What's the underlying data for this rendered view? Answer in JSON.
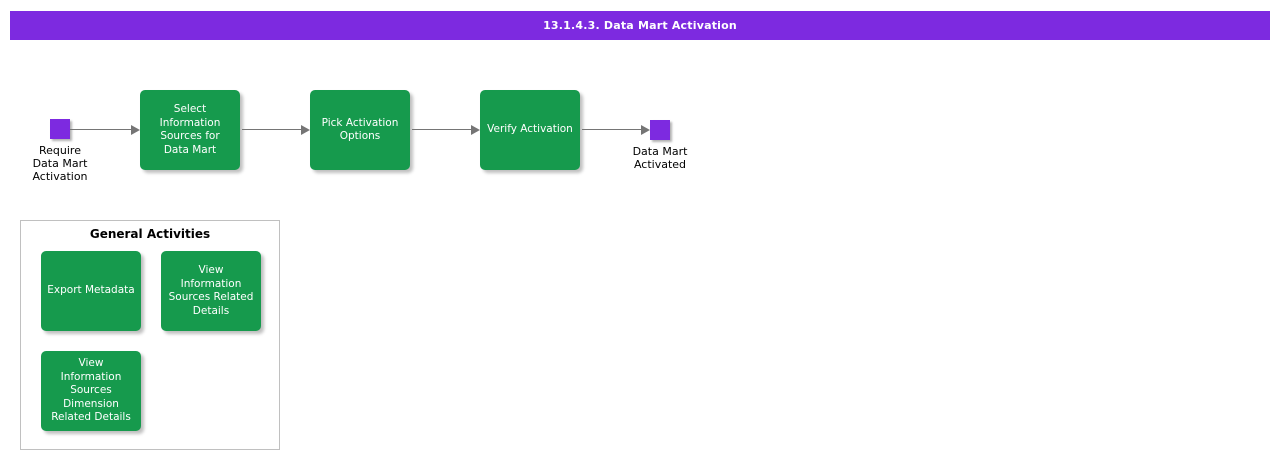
{
  "title_bar": {
    "text": "13.1.4.3. Data Mart Activation"
  },
  "colors": {
    "title_bar_bg": "#7D2AE0",
    "activity_green": "#169A4D",
    "event_purple": "#7D2AE0",
    "arrow_gray": "#757575",
    "group_border": "#C0C0C0",
    "activity_text": "#FFFFFF",
    "caption_text": "#000000"
  },
  "flow": {
    "start_event": {
      "label": "Require\nData Mart\nActivation"
    },
    "steps": [
      {
        "label": "Select\nInformation\nSources for\nData Mart"
      },
      {
        "label": "Pick Activation\nOptions"
      },
      {
        "label": "Verify Activation"
      }
    ],
    "end_event": {
      "label": "Data Mart\nActivated"
    }
  },
  "general_activities": {
    "title": "General Activities",
    "items": [
      {
        "label": "Export Metadata"
      },
      {
        "label": "View\nInformation\nSources Related\nDetails"
      },
      {
        "label": "View\nInformation\nSources\nDimension\nRelated Details"
      }
    ]
  }
}
